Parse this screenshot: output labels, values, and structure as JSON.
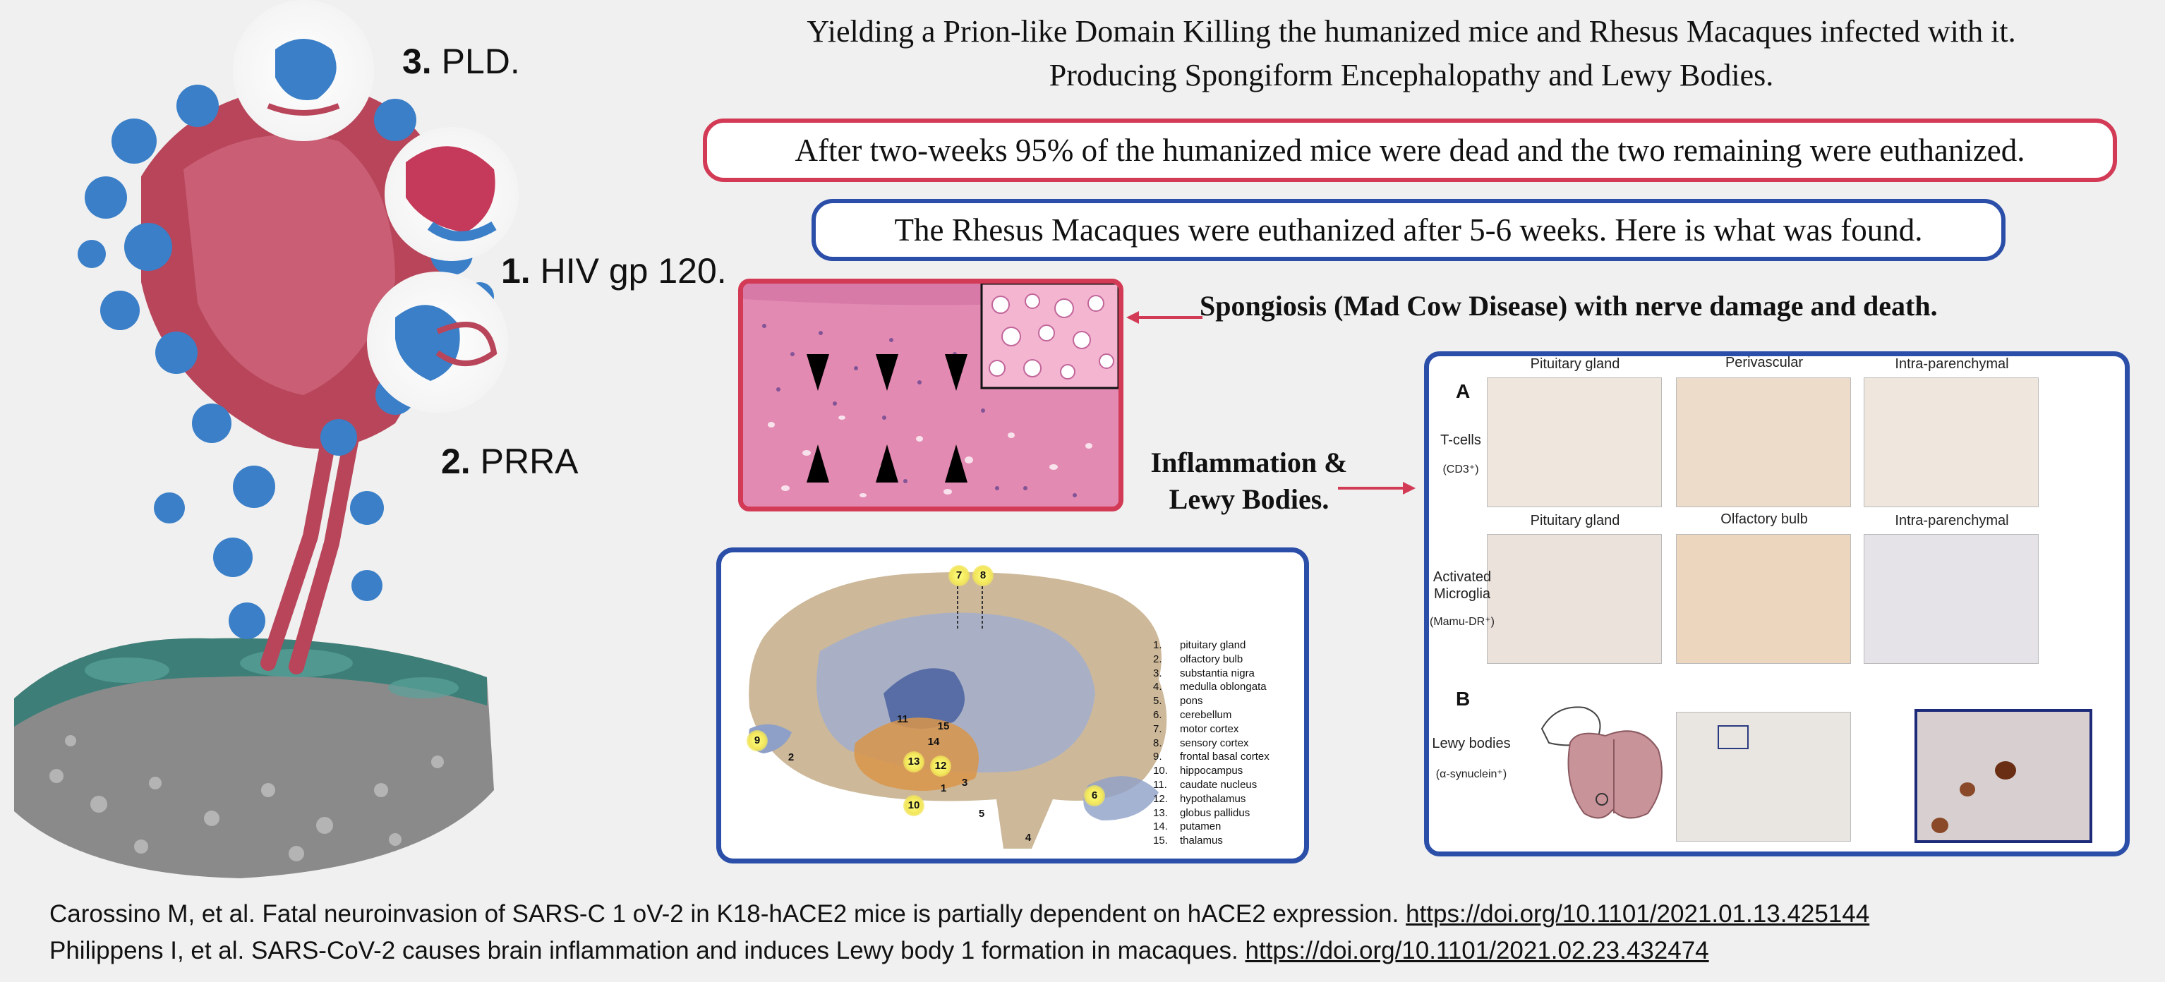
{
  "protein_labels": {
    "pld": {
      "num": "3.",
      "text": "PLD."
    },
    "hiv": {
      "num": "1.",
      "text": "HIV gp 120."
    },
    "prra": {
      "num": "2.",
      "text": "PRRA"
    }
  },
  "headline": {
    "line1": "Yielding a Prion-like Domain Killing the humanized mice and Rhesus Macaques infected with it.",
    "line2": "Producing Spongiform Encephalopathy and Lewy Bodies."
  },
  "red_pill": "After two-weeks 95% of the humanized mice were dead and the two remaining were euthanized.",
  "blue_pill": "The Rhesus Macaques were euthanized after 5-6 weeks.  Here is what was found.",
  "spongiosis_text": "Spongiosis (Mad Cow Disease) with nerve damage and death.",
  "inflammation_text": {
    "line1": "Inflammation &",
    "line2": "Lewy Bodies."
  },
  "brain_diagram": {
    "top_markers": [
      "7",
      "8"
    ],
    "markers": [
      "9",
      "2",
      "11",
      "15",
      "14",
      "13",
      "12",
      "3",
      "1",
      "10",
      "5",
      "6",
      "4"
    ],
    "legend": [
      {
        "num": "1.",
        "label": "pituitary gland"
      },
      {
        "num": "2.",
        "label": "olfactory bulb"
      },
      {
        "num": "3.",
        "label": "substantia nigra"
      },
      {
        "num": "4.",
        "label": "medulla oblongata"
      },
      {
        "num": "5.",
        "label": "pons"
      },
      {
        "num": "6.",
        "label": "cerebellum"
      },
      {
        "num": "7.",
        "label": "motor cortex"
      },
      {
        "num": "8.",
        "label": "sensory cortex"
      },
      {
        "num": "9.",
        "label": "frontal basal cortex"
      },
      {
        "num": "10.",
        "label": "hippocampus"
      },
      {
        "num": "11.",
        "label": "caudate nucleus"
      },
      {
        "num": "12.",
        "label": "hypothalamus"
      },
      {
        "num": "13.",
        "label": "globus pallidus"
      },
      {
        "num": "14.",
        "label": "putamen"
      },
      {
        "num": "15.",
        "label": "thalamus"
      }
    ]
  },
  "micrograph_panel": {
    "section_a": "A",
    "section_b": "B",
    "row1_cols": [
      "Pituitary gland",
      "Perivascular",
      "Intra-parenchymal"
    ],
    "row2_cols": [
      "Pituitary gland",
      "Olfactory bulb",
      "Intra-parenchymal"
    ],
    "row1_label": "T-cells",
    "row1_sub": "(CD3⁺)",
    "row2_label_l1": "Activated",
    "row2_label_l2": "Microglia",
    "row2_sub": "(Mamu-DR⁺)",
    "row3_label": "Lewy bodies",
    "row3_sub": "(α-synuclein⁺)"
  },
  "citations": {
    "line1_text": "Carossino M, et al. Fatal neuroinvasion of SARS-C 1 oV-2 in K18-hACE2 mice is partially dependent on hACE2 expression. ",
    "line1_link": "https://doi.org/10.1101/2021.01.13.425144",
    "line2_text": "Philippens I, et al. SARS-CoV-2 causes brain inflammation and induces Lewy body 1 formation in macaques. ",
    "line2_link": "https://doi.org/10.1101/2021.02.23.432474"
  },
  "colors": {
    "red_accent": "#d23a55",
    "blue_accent": "#2b4fa8",
    "protein_blue": "#3a7fc8",
    "protein_red": "#b8455a",
    "membrane_teal": "#3d7f78"
  }
}
